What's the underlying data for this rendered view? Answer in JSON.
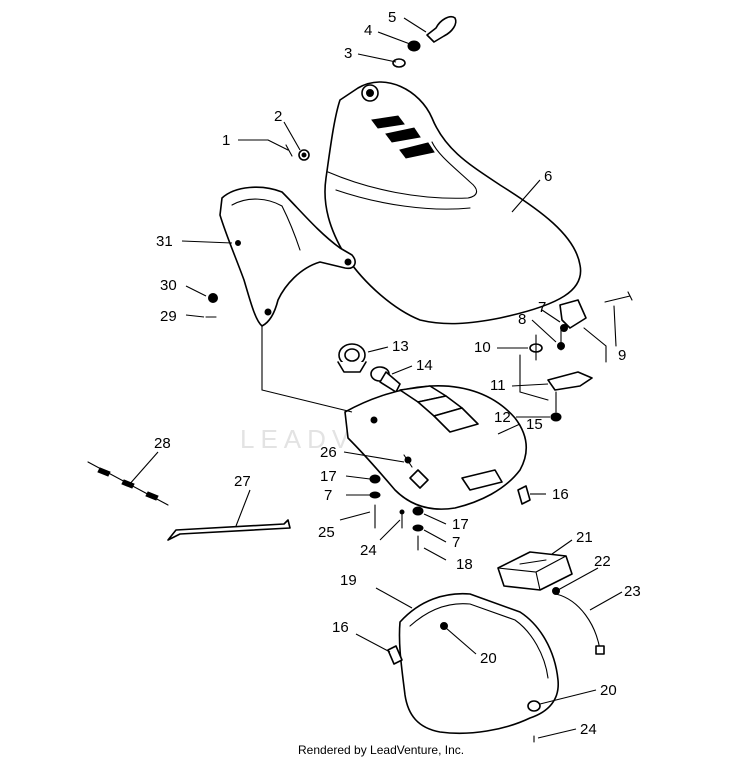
{
  "diagram": {
    "watermark": "LEADVENTURE",
    "footer": "Rendered by LeadVenture, Inc.",
    "callouts": [
      "1",
      "2",
      "3",
      "4",
      "5",
      "6",
      "7",
      "8",
      "9",
      "10",
      "11",
      "12",
      "13",
      "14",
      "15",
      "16",
      "17",
      "18",
      "19",
      "20",
      "21",
      "22",
      "23",
      "24",
      "25",
      "26",
      "27",
      "28",
      "29",
      "30",
      "31"
    ],
    "callouts_repeated": {
      "7b": "7",
      "7c": "7",
      "16b": "16",
      "17b": "17",
      "20b": "20",
      "24b": "24"
    }
  }
}
